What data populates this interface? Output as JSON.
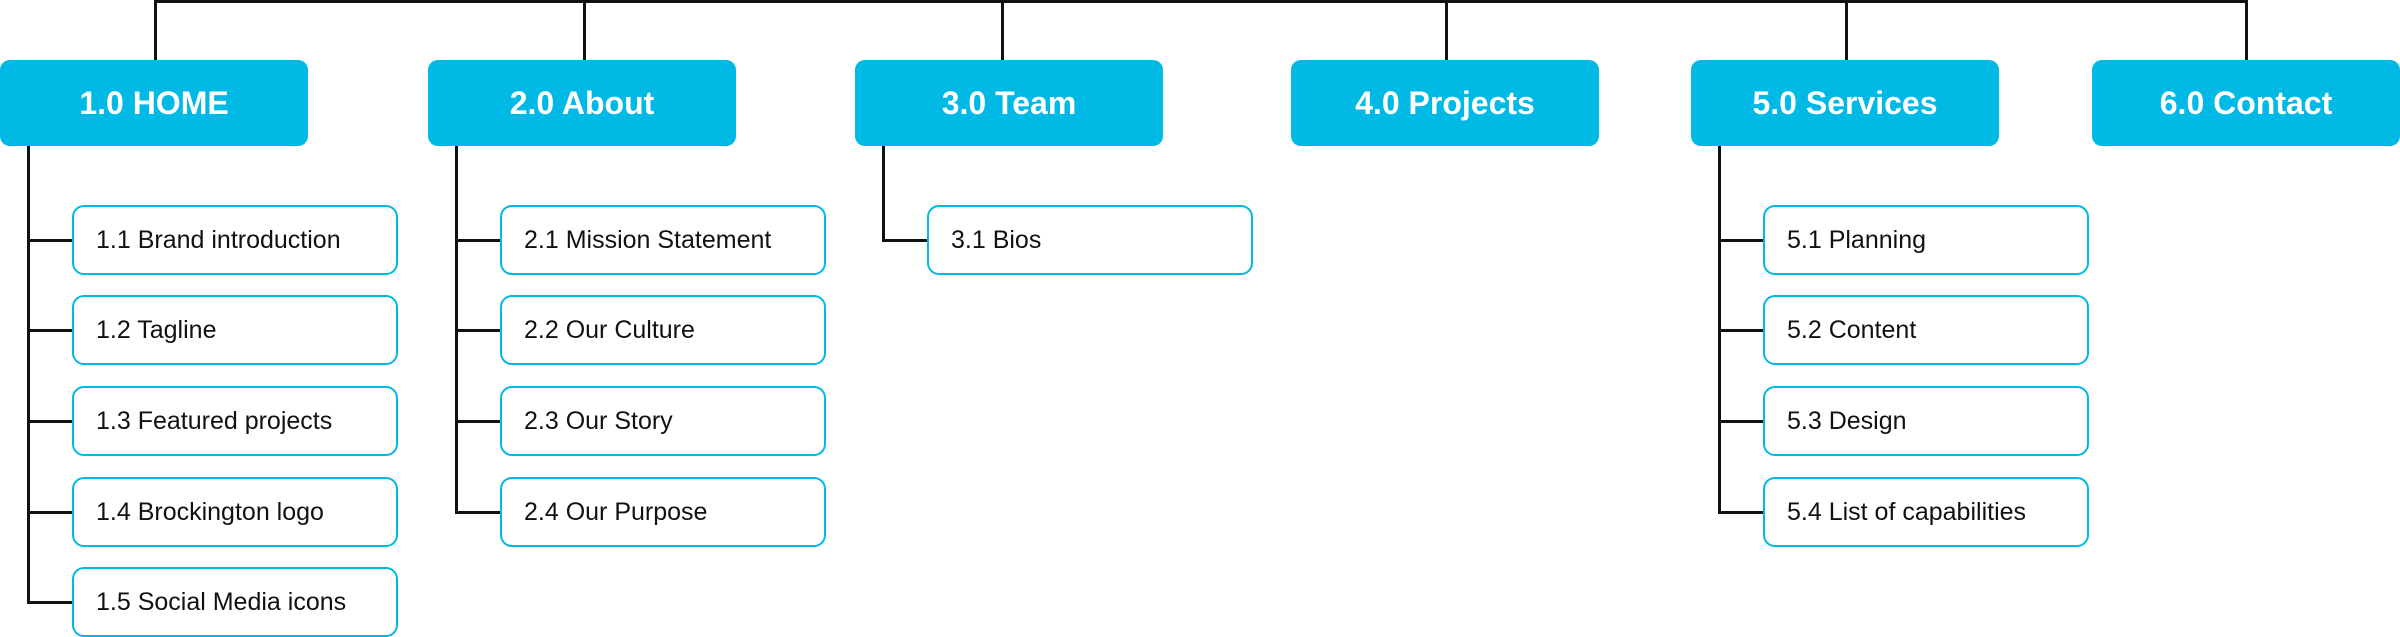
{
  "colors": {
    "accent": "#00b9e4",
    "connector": "#111111",
    "child_border": "#00b9e4",
    "background": "#ffffff"
  },
  "diagram": {
    "sections": [
      {
        "title": "1.0 HOME",
        "children": [
          "1.1 Brand introduction",
          "1.2 Tagline",
          "1.3 Featured projects",
          "1.4 Brockington logo",
          "1.5 Social Media icons"
        ]
      },
      {
        "title": "2.0 About",
        "children": [
          "2.1 Mission Statement",
          "2.2 Our Culture",
          "2.3 Our Story",
          "2.4 Our Purpose"
        ]
      },
      {
        "title": "3.0 Team",
        "children": [
          "3.1 Bios"
        ]
      },
      {
        "title": "4.0 Projects",
        "children": []
      },
      {
        "title": "5.0 Services",
        "children": [
          "5.1 Planning",
          "5.2 Content",
          "5.3 Design",
          "5.4 List of capabilities"
        ]
      },
      {
        "title": "6.0 Contact",
        "children": []
      }
    ]
  }
}
